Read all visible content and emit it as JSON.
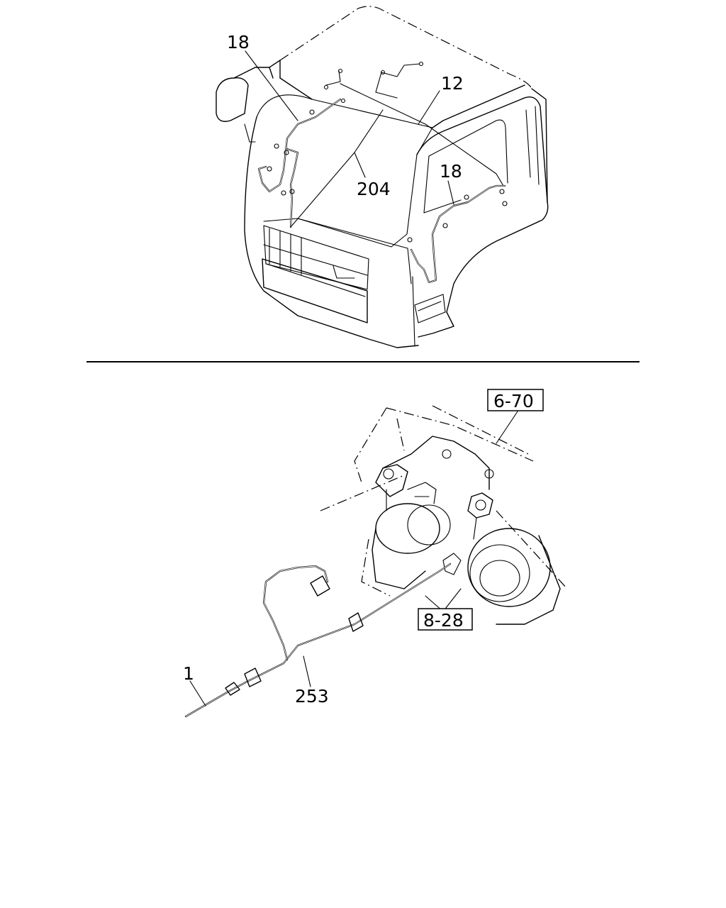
{
  "top_figure": {
    "callouts": {
      "c18_left": "18",
      "c12": "12",
      "c204": "204",
      "c18_right": "18"
    }
  },
  "bottom_figure": {
    "callouts": {
      "c1": "1",
      "c253": "253"
    },
    "references": {
      "ref_6_70": "6-70",
      "ref_8_28": "8-28"
    }
  }
}
